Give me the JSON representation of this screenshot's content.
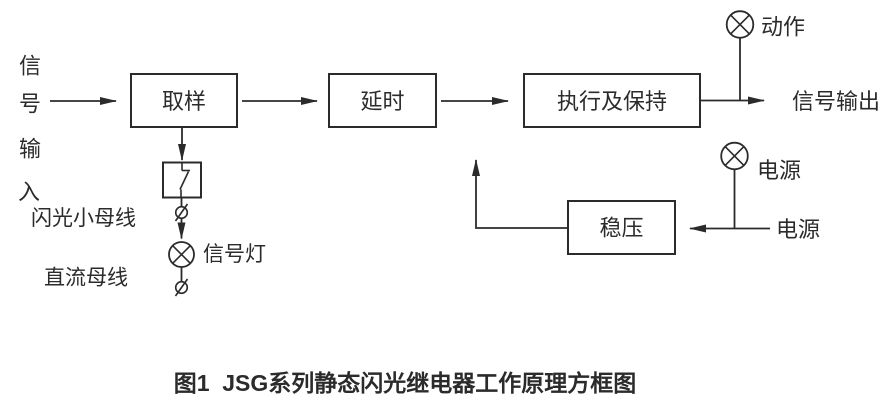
{
  "diagram": {
    "caption": "图1  JSG系列静态闪光继电器工作原理方框图",
    "blocks": {
      "sampling": "取样",
      "delay": "延时",
      "execute_hold": "执行及保持",
      "voltage_regulator": "稳压"
    },
    "input_label_vertical": {
      "full": "信号输入",
      "chars": [
        "信",
        "号",
        "输",
        "入"
      ]
    },
    "bus_labels": {
      "flash_bus": "闪光小母线",
      "dc_bus": "直流母线"
    },
    "lamp_labels": {
      "signal_lamp": "信号灯",
      "action": "动作",
      "power": "电源"
    },
    "io_labels": {
      "signal_output": "信号输出",
      "power_input": "电源"
    },
    "colors": {
      "line": "#2b2b2b",
      "text": "#2b2b2b",
      "background": "#ffffff"
    }
  }
}
